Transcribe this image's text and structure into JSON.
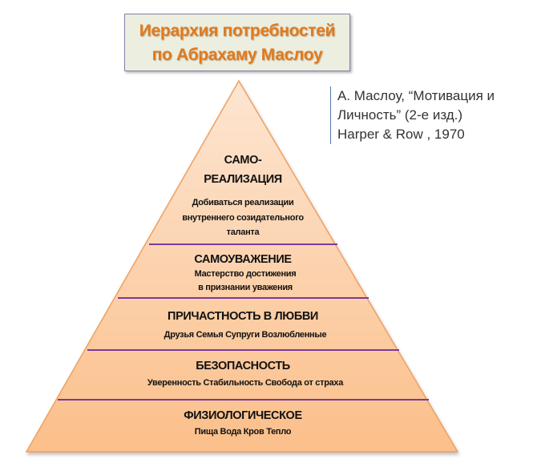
{
  "title": {
    "line1": "Иерархия потребностей",
    "line2": "по Абрахаму Маслоу"
  },
  "citation": {
    "line1": "А. Маслоу, “Мотивация и",
    "line2": "Личность”  (2-е изд.)",
    "line3": "Harper & Row , 1970"
  },
  "colors": {
    "pyramid_top": "#fde3cc",
    "pyramid_bottom": "#fbc08e",
    "outline": "#f2a25e",
    "divider": "#7a3a9a",
    "title_text": "#e07a1e"
  },
  "levels": [
    {
      "heading_line1": "САМО-",
      "heading_line2": "РЕАЛИЗАЦИЯ",
      "desc_line1": "Добиваться реализации",
      "desc_line2": "внутреннего созидательного",
      "desc_line3": "таланта"
    },
    {
      "heading": "САМОУВАЖЕНИЕ",
      "desc_line1": "Мастерство достижения",
      "desc_line2": "в признании уважения"
    },
    {
      "heading": "ПРИЧАСТНОСТЬ В ЛЮБВИ",
      "desc": "Друзья  Семья  Супруги  Возлюбленные"
    },
    {
      "heading": "БЕЗОПАСНОСТЬ",
      "desc": "Уверенность   Стабильность   Свобода от страха"
    },
    {
      "heading": "ФИЗИОЛОГИЧЕСКОЕ",
      "desc": "Пища   Вода   Кров   Тепло"
    }
  ]
}
